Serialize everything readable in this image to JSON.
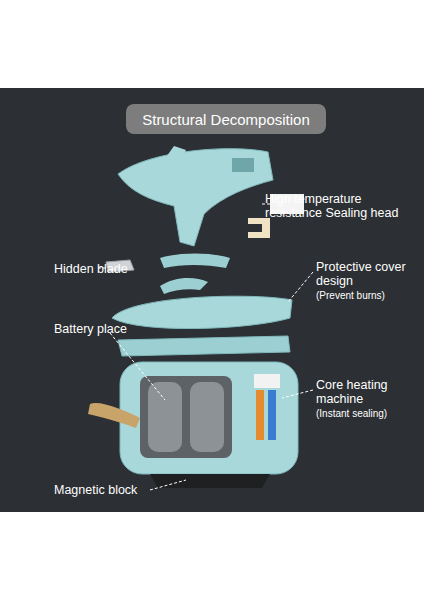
{
  "diagram": {
    "title": "Structural Decomposition",
    "labels": [
      "High temperature resistance Sealing head",
      "Hidden blade",
      "Protective cover design",
      "(Prevent burns)",
      "Battery place",
      "Core heating machine",
      "(Instant sealing)",
      "Magnetic block"
    ]
  }
}
